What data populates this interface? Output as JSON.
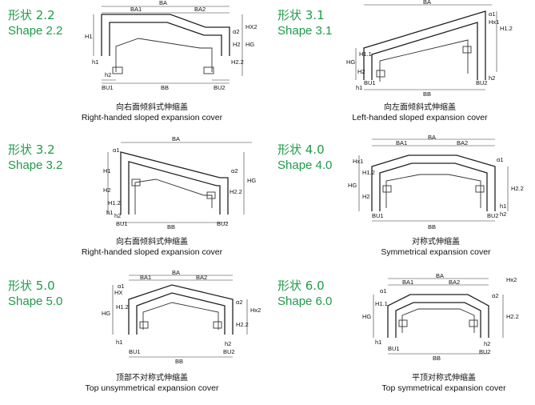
{
  "panels": [
    {
      "shape_zh": "形状 2.2",
      "shape_en": "Shape 2.2",
      "caption_zh": "向右面倾斜式伸缩盖",
      "caption_en": "Right-handed sloped expansion cover",
      "labels": {
        "BA": "BA",
        "BA1": "BA1",
        "BA2": "BA2",
        "BB": "BB",
        "BU1": "BU1",
        "BU2": "BU2",
        "H1": "H1",
        "H2": "H2",
        "HG": "HG",
        "HX2": "HX2",
        "H2_2": "H2.2",
        "h1": "h1",
        "h2": "h2",
        "alpha": "α2"
      }
    },
    {
      "shape_zh": "形状 3.1",
      "shape_en": "Shape 3.1",
      "caption_zh": "向左面倾斜式伸缩盖",
      "caption_en": "Left-handed sloped expansion cover",
      "labels": {
        "BA": "BA",
        "BB": "BB",
        "BU1": "BU1",
        "BU2": "BU2",
        "HG": "HG",
        "H2": "H2",
        "H1_1": "H1.1",
        "H1_2": "H1.2",
        "Hx1": "Hx1",
        "h1": "h1",
        "h2": "h2",
        "alpha": "α1"
      }
    },
    {
      "shape_zh": "形状 3.2",
      "shape_en": "Shape 3.2",
      "caption_zh": "向右面倾斜式伸缩盖",
      "caption_en": "Right-handed sloped expansion cover",
      "labels": {
        "BA": "BA",
        "BB": "BB",
        "BU1": "BU1",
        "BU2": "BU2",
        "HG": "HG",
        "H1": "H1",
        "H2": "H2",
        "H1_2": "H1.2",
        "H2_2": "H2.2",
        "h1": "h1",
        "h2": "h2",
        "alpha1": "α1",
        "alpha2": "α2"
      }
    },
    {
      "shape_zh": "形状 4.0",
      "shape_en": "Shape 4.0",
      "caption_zh": "对称式伸缩盖",
      "caption_en": "Symmetrical expansion cover",
      "labels": {
        "BA": "BA",
        "BA1": "BA1",
        "BA2": "BA2",
        "BB": "BB",
        "BU1": "BU1",
        "BU2": "BU2",
        "HG": "HG",
        "Hx1": "Hx1",
        "H1_2": "H1.2",
        "H2": "H2",
        "H2_2": "H2.2",
        "h1": "h1",
        "h2": "h2",
        "alpha": "α1"
      }
    },
    {
      "shape_zh": "形状 5.0",
      "shape_en": "Shape 5.0",
      "caption_zh": "顶部不对称式伸缩盖",
      "caption_en": "Top unsymmetrical expansion cover",
      "labels": {
        "BA": "BA",
        "BA1": "BA1",
        "BA2": "BA2",
        "BB": "BB",
        "BU1": "BU1",
        "BU2": "BU2",
        "HG": "HG",
        "HX": "HX",
        "Hx2": "Hx2",
        "H1_2": "H1.2",
        "H2_2": "H2.2",
        "h1": "h1",
        "h2": "h2",
        "alpha1": "α1",
        "alpha2": "α2"
      }
    },
    {
      "shape_zh": "形状 6.0",
      "shape_en": "Shape 6.0",
      "caption_zh": "平顶对称式伸缩盖",
      "caption_en": "Top symmetrical expansion cover",
      "labels": {
        "BA": "BA",
        "BA1": "BA1",
        "BA2": "BA2",
        "BB": "BB",
        "BU1": "BU1",
        "BU2": "BU2",
        "HG": "HG",
        "H1_1": "H1.1",
        "H2_2": "H2.2",
        "Hx2": "Hx2",
        "h1": "h1",
        "h2": "h2",
        "alpha1": "α1",
        "alpha2": "α2"
      }
    }
  ]
}
